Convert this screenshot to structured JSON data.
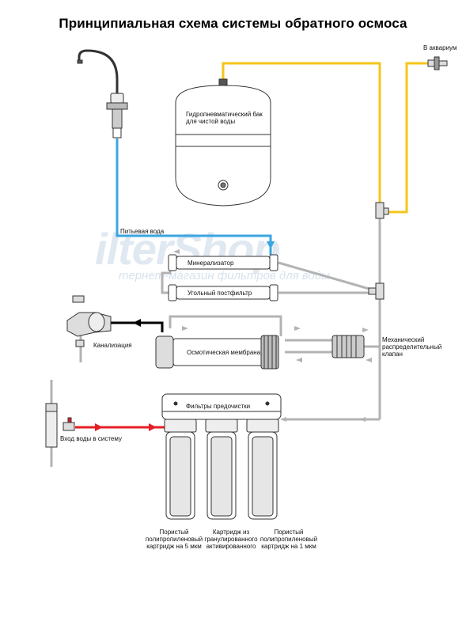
{
  "title": "Принципиальная схема системы обратного осмоса",
  "watermark": {
    "brand": "ilterShop",
    "tagline": "тернет-магазин фильтров для воды"
  },
  "labels": {
    "aquarium": "В аквариум",
    "tank_line1": "Гидропневматический бак",
    "tank_line2": "для чистой воды",
    "drinking_water": "Питьевая вода",
    "mineralizer": "Минерализатор",
    "carbon_postfilter": "Угольный постфильтр",
    "osmotic_membrane": "Осмотическая мембрана",
    "sewage": "Канализация",
    "mech_valve_line1": "Механический",
    "mech_valve_line2": "распределительный",
    "mech_valve_line3": "клапан",
    "prefilters": "Фильтры предочистки",
    "water_inlet": "Вход воды в систему",
    "cart1_line1": "Пористый",
    "cart1_line2": "полипропиленовый",
    "cart1_line3": "картридж на 5 мкм",
    "cart2_line1": "Картридж из",
    "cart2_line2": "гранулированного",
    "cart2_line3": "активированного",
    "cart3_line1": "Пористый",
    "cart3_line2": "полипропиленовый",
    "cart3_line3": "картридж на 1 мкм"
  },
  "colors": {
    "yellow_line": "#f5c518",
    "blue_line": "#3aa6e0",
    "red_line": "#e41e26",
    "gray_line": "#b3b3b3",
    "black_line": "#000000"
  }
}
